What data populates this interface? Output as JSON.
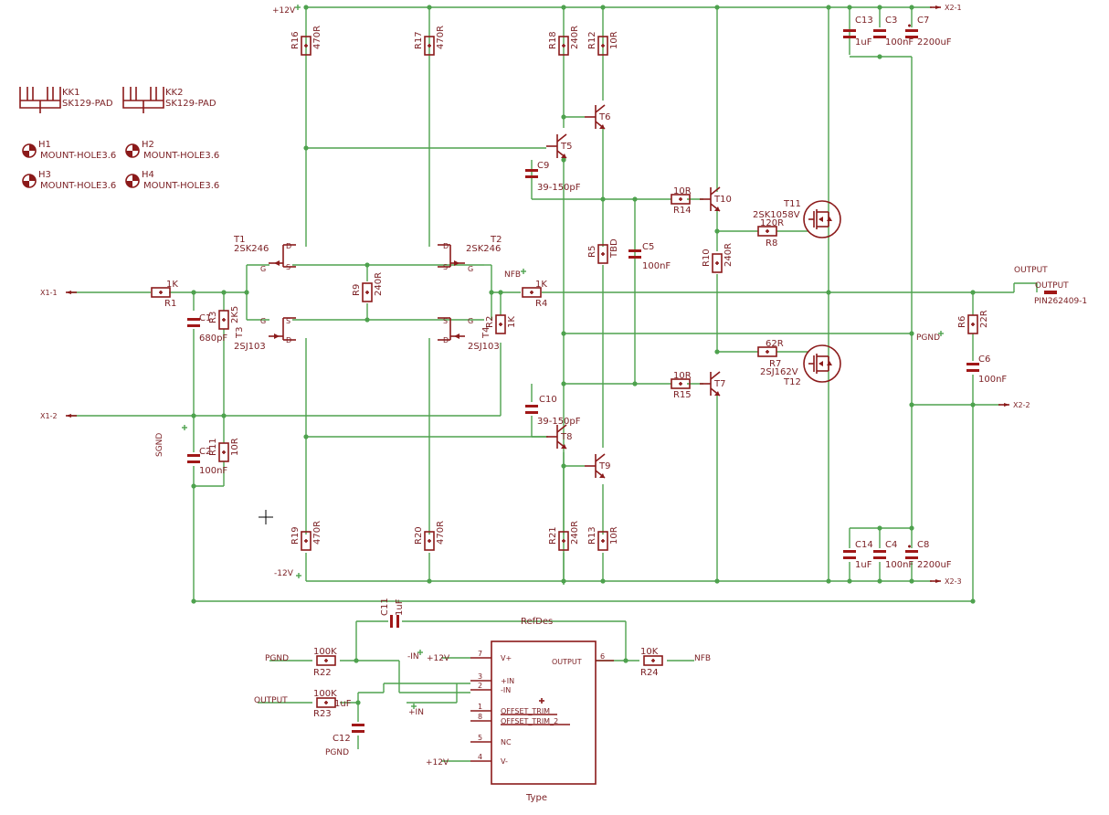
{
  "nets": {
    "p12": "+12V",
    "m12": "-12V",
    "sgnd": "SGND",
    "pgnd": "PGND",
    "nfb": "NFB",
    "output": "OUTPUT",
    "x1_1": "X1-1",
    "x1_2": "X1-2",
    "x2_1": "X2-1",
    "x2_2": "X2-2",
    "x2_3": "X2-3",
    "in_minus": "-IN",
    "in_plus": "+IN",
    "pgnd2": "PGND",
    "output2": "OUTPUT",
    "pgnd3": "PGND",
    "p12b": "+12V",
    "p12c": "+12V",
    "nfb2": "NFB"
  },
  "resistors": [
    {
      "name": "R16",
      "value": "470R"
    },
    {
      "name": "R17",
      "value": "470R"
    },
    {
      "name": "R18",
      "value": "240R"
    },
    {
      "name": "R12",
      "value": "10R"
    },
    {
      "name": "R9",
      "value": "240R"
    },
    {
      "name": "R1",
      "value": "1K"
    },
    {
      "name": "R3",
      "value": "2K5"
    },
    {
      "name": "R2",
      "value": "1K"
    },
    {
      "name": "R4",
      "value": "1K"
    },
    {
      "name": "R14",
      "value": "10R"
    },
    {
      "name": "R15",
      "value": "10R"
    },
    {
      "name": "R8",
      "value": "120R"
    },
    {
      "name": "R7",
      "value": "62R"
    },
    {
      "name": "R10",
      "value": "240R"
    },
    {
      "name": "R5",
      "value": "TBD"
    },
    {
      "name": "R6",
      "value": "22R"
    },
    {
      "name": "R11",
      "value": "10R"
    },
    {
      "name": "R19",
      "value": "470R"
    },
    {
      "name": "R20",
      "value": "470R"
    },
    {
      "name": "R21",
      "value": "240R"
    },
    {
      "name": "R13",
      "value": "10R"
    },
    {
      "name": "R22",
      "value": "100K"
    },
    {
      "name": "R23",
      "value": "100K"
    },
    {
      "name": "R24",
      "value": "10K"
    }
  ],
  "capacitors": [
    {
      "name": "C1",
      "value": "680pF"
    },
    {
      "name": "C2",
      "value": "100nF"
    },
    {
      "name": "C9",
      "value": "39-150pF"
    },
    {
      "name": "C10",
      "value": "39-150pF"
    },
    {
      "name": "C5",
      "value": "100nF"
    },
    {
      "name": "C6",
      "value": "100nF"
    },
    {
      "name": "C13",
      "value": "1uF"
    },
    {
      "name": "C3",
      "value": "100nF"
    },
    {
      "name": "C7",
      "value": "2200uF"
    },
    {
      "name": "C14",
      "value": "1uF"
    },
    {
      "name": "C4",
      "value": "100nF"
    },
    {
      "name": "C8",
      "value": "2200uF"
    },
    {
      "name": "C11",
      "value": "1uF"
    },
    {
      "name": "C12",
      "value": "1uF"
    }
  ],
  "transistors": [
    {
      "name": "T1",
      "value": "2SK246"
    },
    {
      "name": "T2",
      "value": "2SK246"
    },
    {
      "name": "T3",
      "value": "2SJ103"
    },
    {
      "name": "T4",
      "value": "2SJ103"
    },
    {
      "name": "T5",
      "value": ""
    },
    {
      "name": "T6",
      "value": ""
    },
    {
      "name": "T7",
      "value": ""
    },
    {
      "name": "T8",
      "value": ""
    },
    {
      "name": "T9",
      "value": ""
    },
    {
      "name": "T10",
      "value": ""
    },
    {
      "name": "T11",
      "value": "2SK1058V"
    },
    {
      "name": "T12",
      "value": "2SJ162V"
    }
  ],
  "heatsinks": [
    {
      "name": "KK1",
      "value": "SK129-PAD"
    },
    {
      "name": "KK2",
      "value": "SK129-PAD"
    }
  ],
  "holes": [
    {
      "name": "H1",
      "value": "MOUNT-HOLE3.6"
    },
    {
      "name": "H2",
      "value": "MOUNT-HOLE3.6"
    },
    {
      "name": "H3",
      "value": "MOUNT-HOLE3.6"
    },
    {
      "name": "H4",
      "value": "MOUNT-HOLE3.6"
    }
  ],
  "output_pin": {
    "name": "OUTPUT",
    "value": "PIN262409-1"
  },
  "opamp": {
    "refdes": "RefDes",
    "type": "Type",
    "pins": [
      {
        "num": "7",
        "label": "V+"
      },
      {
        "num": "3",
        "label": "+IN"
      },
      {
        "num": "2",
        "label": "-IN"
      },
      {
        "num": "1",
        "label": "OFFSET_TRIM"
      },
      {
        "num": "8",
        "label": "OFFSET_TRIM_2"
      },
      {
        "num": "5",
        "label": "NC"
      },
      {
        "num": "4",
        "label": "V-"
      },
      {
        "num": "6",
        "label": "OUTPUT"
      }
    ]
  },
  "jfet_pins": {
    "d": "D",
    "s": "S",
    "g": "G"
  }
}
